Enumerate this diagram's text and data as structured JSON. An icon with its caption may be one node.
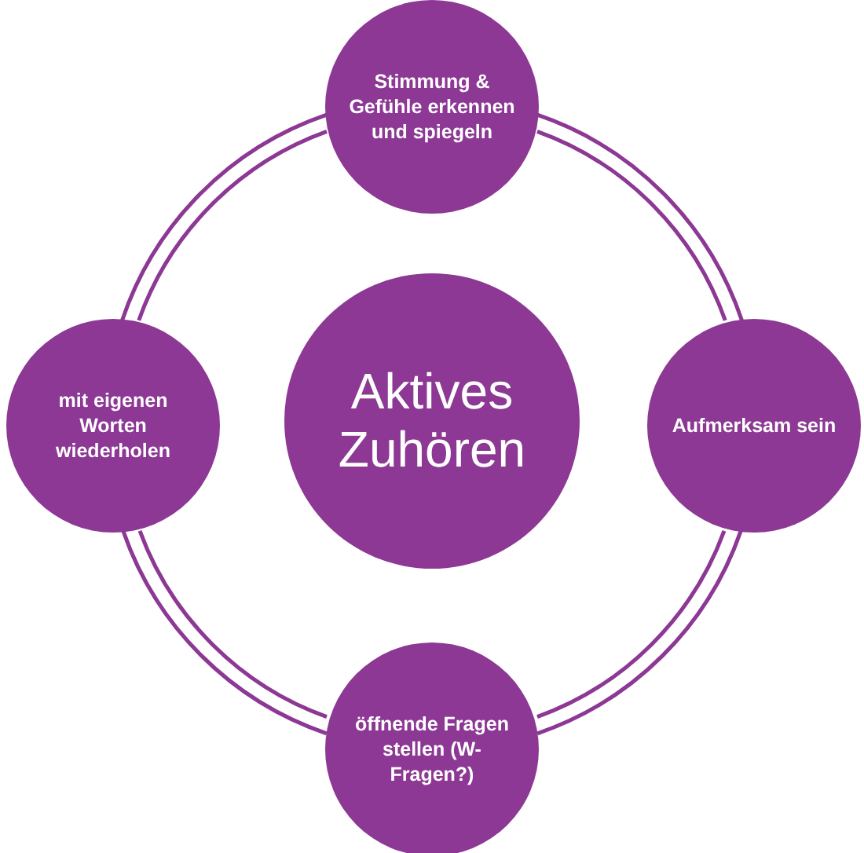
{
  "diagram": {
    "nodes": [
      {
        "text": [
          "Stimmung & Gefühle erkennen und spiegeln"
        ]
      },
      {
        "text": [
          "mit eigenen Worten wiederholen"
        ]
      },
      {
        "text": [
          "Aktives Zuhören"
        ]
      },
      {
        "text": [
          "Aufmerksam sein"
        ]
      },
      {
        "text": [
          "öffnende Fragen stellen (W-Fragen?)"
        ]
      }
    ],
    "edges": [
      {
        "from": 0,
        "to": 3,
        "arrow": "none"
      },
      {
        "from": 3,
        "to": 4,
        "arrow": "none"
      },
      {
        "from": 4,
        "to": 1,
        "arrow": "none"
      },
      {
        "from": 1,
        "to": 0,
        "arrow": "none"
      }
    ]
  }
}
